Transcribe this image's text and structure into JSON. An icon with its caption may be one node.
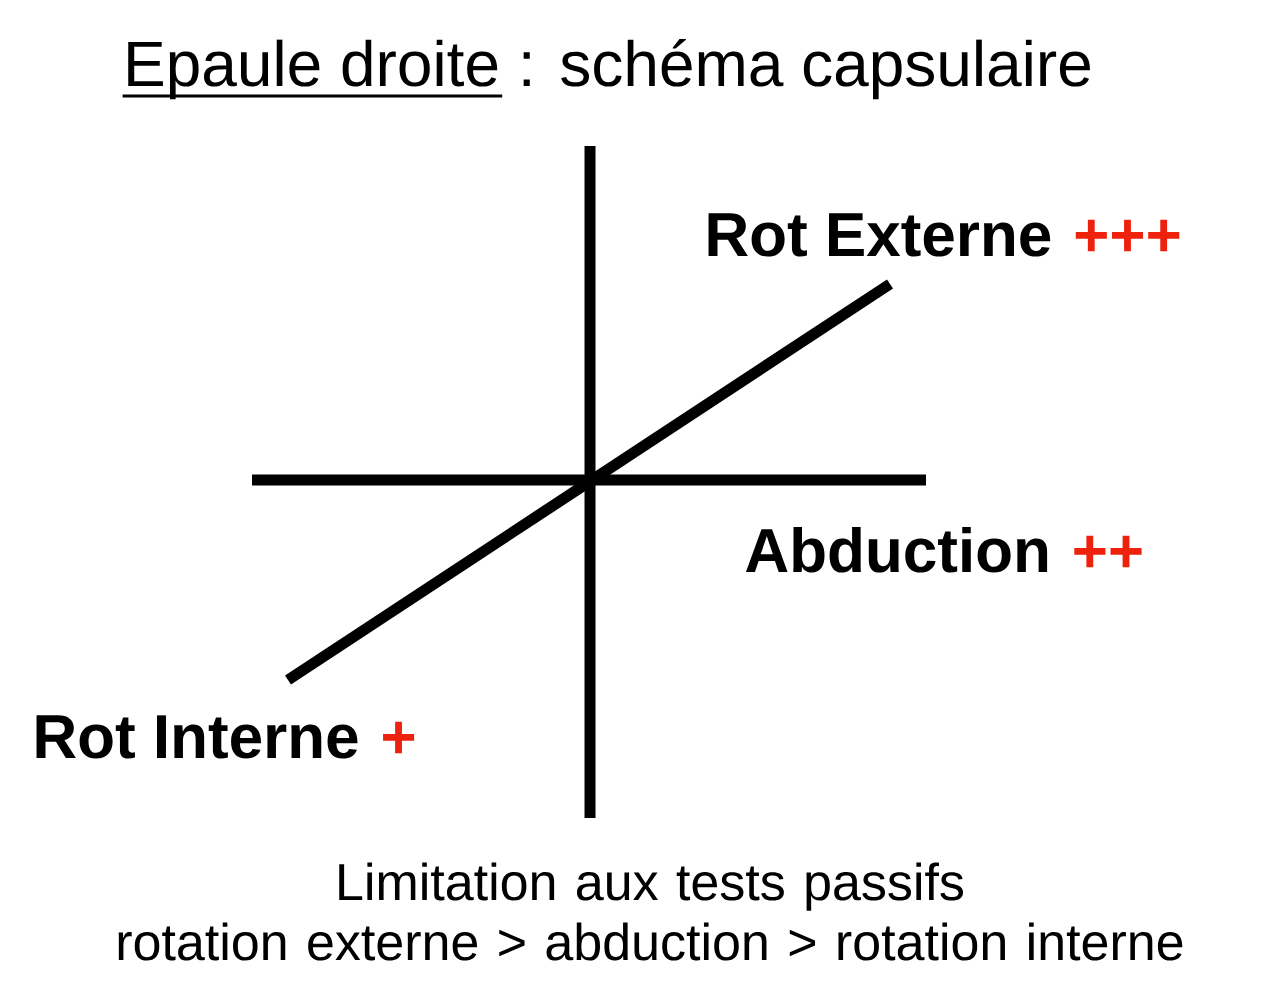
{
  "diagram": {
    "title": "Epaule droite : schéma capsulaire",
    "labels": [
      "Rot Externe",
      "+++",
      "Abduction",
      "++",
      "Rot Interne",
      "+"
    ],
    "caption": "Limitation aux tests passifs rotation externe > abduction > rotation interne"
  }
}
